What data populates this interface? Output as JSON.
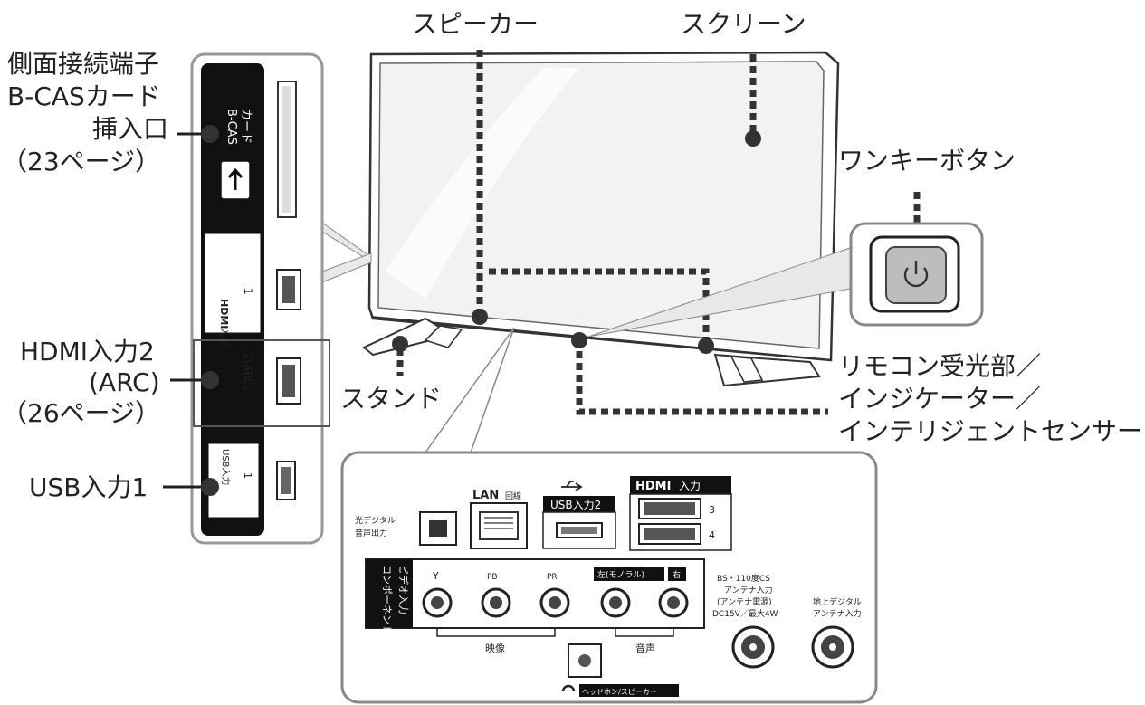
{
  "labels": {
    "speaker": "スピーカー",
    "screen": "スクリーン",
    "one_key_button": "ワンキーボタン",
    "stand": "スタンド",
    "side_terminal_title": "側面接続端子",
    "bcas_insert_1": "B-CASカード",
    "bcas_insert_2": "挿入口",
    "bcas_page": "（23ページ）",
    "hdmi2_1": "HDMI入力2",
    "hdmi2_2": "(ARC)",
    "hdmi2_page": "（26ページ）",
    "usb1": "USB入力1",
    "remote_1": "リモコン受光部／",
    "remote_2": "インジケーター／",
    "remote_3": "インテリジェントセンサー"
  },
  "side_panel": {
    "bcas_1": "B-CAS",
    "bcas_2": "カード",
    "hdmi_logo": "HDMI",
    "hdmi_in": "入力",
    "hdmi_port1": "1",
    "hdmi_port2": "2(ARC)",
    "usb_in": "USB入力",
    "usb_port": "1"
  },
  "rear_panel": {
    "optical_1": "光デジタル",
    "optical_2": "音声出力",
    "lan_bold": "LAN",
    "lan_suffix": "回線",
    "usb2": "USB入力2",
    "hdmi_logo": "HDMI",
    "hdmi_suffix": "入力",
    "hdmi3": "3",
    "hdmi4": "4",
    "component_1": "コンポーネント",
    "component_2": "ビデオ入力",
    "jack_y": "Y",
    "jack_pb": "PB",
    "jack_pr": "PR",
    "audio_left": "左(モノラル)",
    "audio_right": "右",
    "video_group": "映像",
    "audio_group": "音声",
    "bs_1": "BS・110度CS",
    "bs_2": "アンテナ入力",
    "bs_3": "(アンテナ電源)",
    "bs_4": "DC15V／最大4W",
    "terr_1": "地上デジタル",
    "terr_2": "アンテナ入力",
    "headphone": "ヘッドホン/スピーカー"
  }
}
